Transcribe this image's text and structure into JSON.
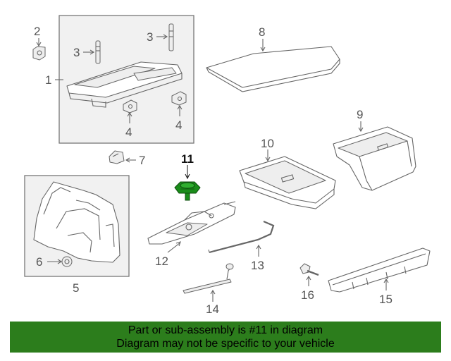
{
  "diagram": {
    "callouts": {
      "c1": "1",
      "c2": "2",
      "c3a": "3",
      "c3b": "3",
      "c4a": "4",
      "c4b": "4",
      "c5": "5",
      "c6": "6",
      "c7": "7",
      "c8": "8",
      "c9": "9",
      "c10": "10",
      "c11": "11",
      "c12": "12",
      "c13": "13",
      "c14": "14",
      "c15": "15",
      "c16": "16"
    },
    "highlight_color": "#1a8c1a"
  },
  "banner": {
    "line1": "Part or sub-assembly is #11 in diagram",
    "line2": "Diagram may not be specific to your vehicle",
    "background": "#2c7d1c"
  }
}
